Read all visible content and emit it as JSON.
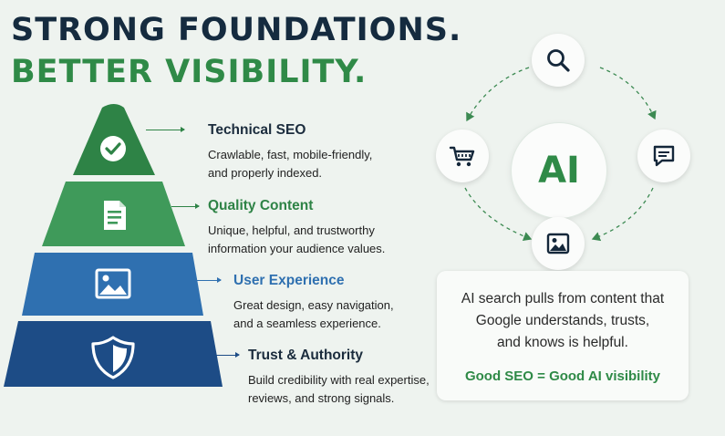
{
  "heading": {
    "line1": "STRONG FOUNDATIONS.",
    "line2": "BETTER VISIBILITY."
  },
  "pyramid": {
    "levels": [
      {
        "title": "Technical SEO",
        "desc": [
          "Crawlable, fast, mobile-friendly,",
          "and properly indexed."
        ],
        "icon": "checkmark-badge-icon",
        "color": "#2e8346"
      },
      {
        "title": "Quality Content",
        "desc": [
          "Unique, helpful, and trustworthy",
          "information your audience values."
        ],
        "icon": "document-icon",
        "color": "#3f9a5a"
      },
      {
        "title": "User Experience",
        "desc": [
          "Great design, easy navigation,",
          "and a seamless experience."
        ],
        "icon": "image-icon",
        "color": "#2f70b0"
      },
      {
        "title": "Trust & Authority",
        "desc": [
          "Build credibility with real expertise,",
          "reviews, and strong signals."
        ],
        "icon": "shield-icon",
        "color": "#1d4c86"
      }
    ]
  },
  "cycle": {
    "center": "AI",
    "nodes": [
      "search-icon",
      "chat-icon",
      "image-icon",
      "shopping-cart-icon"
    ],
    "arrow_color": "#3c8a52"
  },
  "card": {
    "lines": [
      "AI search pulls from content that",
      "Google understands, trusts,",
      "and knows is helpful."
    ],
    "equation": "Good SEO = Good AI visibility"
  }
}
